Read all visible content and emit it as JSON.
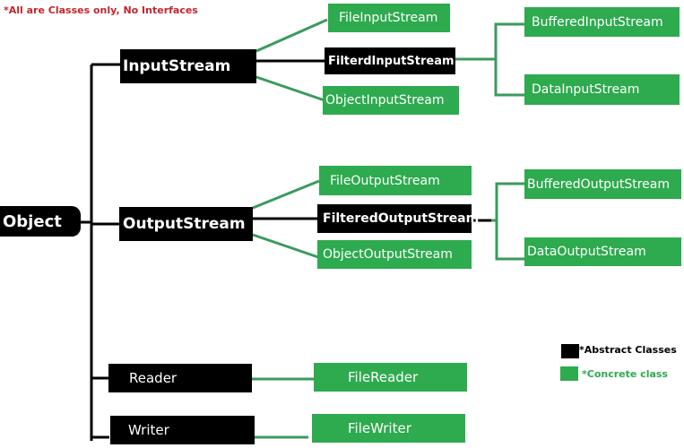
{
  "note": "*All are Classes only, No Interfaces",
  "colors": {
    "abstract": "#000000",
    "concrete": "#2eaa4f",
    "note": "#c0272d"
  },
  "root": {
    "label": "Object",
    "kind": "abstract"
  },
  "nodes": {
    "inputstream": {
      "label": "InputStream",
      "kind": "abstract"
    },
    "fileinputstream": {
      "label": "FileInputStream",
      "kind": "concrete"
    },
    "filterdinputstream": {
      "label": "FilterdInputStream",
      "kind": "abstract"
    },
    "objectinputstream": {
      "label": "ObjectInputStream",
      "kind": "concrete"
    },
    "bufferedinputstream": {
      "label": "BufferedInputStream",
      "kind": "concrete"
    },
    "datainputstream": {
      "label": "DataInputStream",
      "kind": "concrete"
    },
    "outputstream": {
      "label": "OutputStream",
      "kind": "abstract"
    },
    "fileoutputstream": {
      "label": "FileOutputStream",
      "kind": "concrete"
    },
    "filteredoutputstream": {
      "label": "FilteredOutputStream",
      "kind": "abstract"
    },
    "objectoutputstream": {
      "label": "ObjectOutputStream",
      "kind": "concrete"
    },
    "bufferedoutputstream": {
      "label": "BufferedOutputStream",
      "kind": "concrete"
    },
    "dataoutputstream": {
      "label": "DataOutputStream",
      "kind": "concrete"
    },
    "reader": {
      "label": "Reader",
      "kind": "abstract"
    },
    "filereader": {
      "label": "FileReader",
      "kind": "concrete"
    },
    "writer": {
      "label": "Writer",
      "kind": "abstract"
    },
    "filewriter": {
      "label": "FileWriter",
      "kind": "concrete"
    }
  },
  "edges": [
    [
      "object",
      "inputstream"
    ],
    [
      "object",
      "outputstream"
    ],
    [
      "object",
      "reader"
    ],
    [
      "object",
      "writer"
    ],
    [
      "inputstream",
      "fileinputstream"
    ],
    [
      "inputstream",
      "filterdinputstream"
    ],
    [
      "inputstream",
      "objectinputstream"
    ],
    [
      "filterdinputstream",
      "bufferedinputstream"
    ],
    [
      "filterdinputstream",
      "datainputstream"
    ],
    [
      "outputstream",
      "fileoutputstream"
    ],
    [
      "outputstream",
      "filteredoutputstream"
    ],
    [
      "outputstream",
      "objectoutputstream"
    ],
    [
      "filteredoutputstream",
      "bufferedoutputstream"
    ],
    [
      "filteredoutputstream",
      "dataoutputstream"
    ],
    [
      "reader",
      "filereader"
    ],
    [
      "writer",
      "filewriter"
    ]
  ],
  "legend": {
    "abstract": "*Abstract Classes",
    "concrete": "*Concrete class"
  }
}
